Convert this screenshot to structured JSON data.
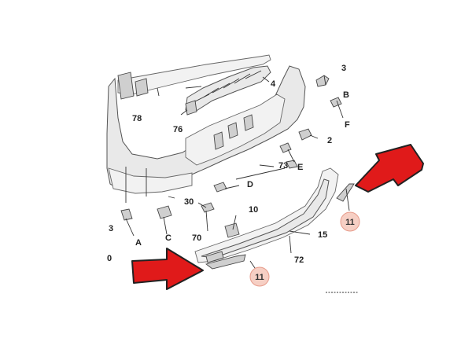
{
  "callouts": {
    "c3_top": "3",
    "c4": "4",
    "cB": "B",
    "c78": "78",
    "c76": "76",
    "cF": "F",
    "c2": "2",
    "c73": "73",
    "cE": "E",
    "cD": "D",
    "c30": "30",
    "c10": "10",
    "c3_left": "3",
    "cA": "A",
    "cC": "C",
    "c70": "70",
    "c15": "15",
    "c72": "72",
    "c0": "0",
    "c11_right": "11",
    "c11_bottom": "11"
  },
  "colors": {
    "arrow": "#e01a1a",
    "highlight_badge": "#f6cfc4"
  }
}
